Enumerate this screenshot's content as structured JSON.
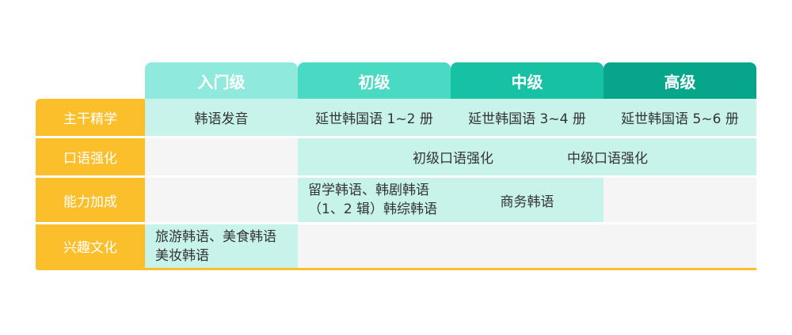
{
  "headers": [
    {
      "label": "入门级",
      "color": "#90e9dd"
    },
    {
      "label": "初级",
      "color": "#4ad9c3"
    },
    {
      "label": "中级",
      "color": "#17c2a4"
    },
    {
      "label": "高级",
      "color": "#07a68b"
    }
  ],
  "rows": {
    "core": {
      "label": "主干精学",
      "cells": [
        "韩语发音",
        "延世韩国语 1~2 册",
        "延世韩国语 3~4 册",
        "延世韩国语 5~6 册"
      ]
    },
    "oral": {
      "label": "口语强化",
      "beginner": "初级口语强化",
      "intermediate": "中级口语强化"
    },
    "ability": {
      "label": "能力加成",
      "line1": "留学韩语、韩剧韩语",
      "line2": "（1、2 辑）韩综韩语",
      "business": "商务韩语"
    },
    "interest": {
      "label": "兴趣文化",
      "line1": "旅游韩语、美食韩语",
      "line2": "美妆韩语"
    }
  },
  "colors": {
    "label_bg": "#fbbf2c",
    "mint": "#c8f3ea",
    "gray": "#f5f5f5"
  }
}
